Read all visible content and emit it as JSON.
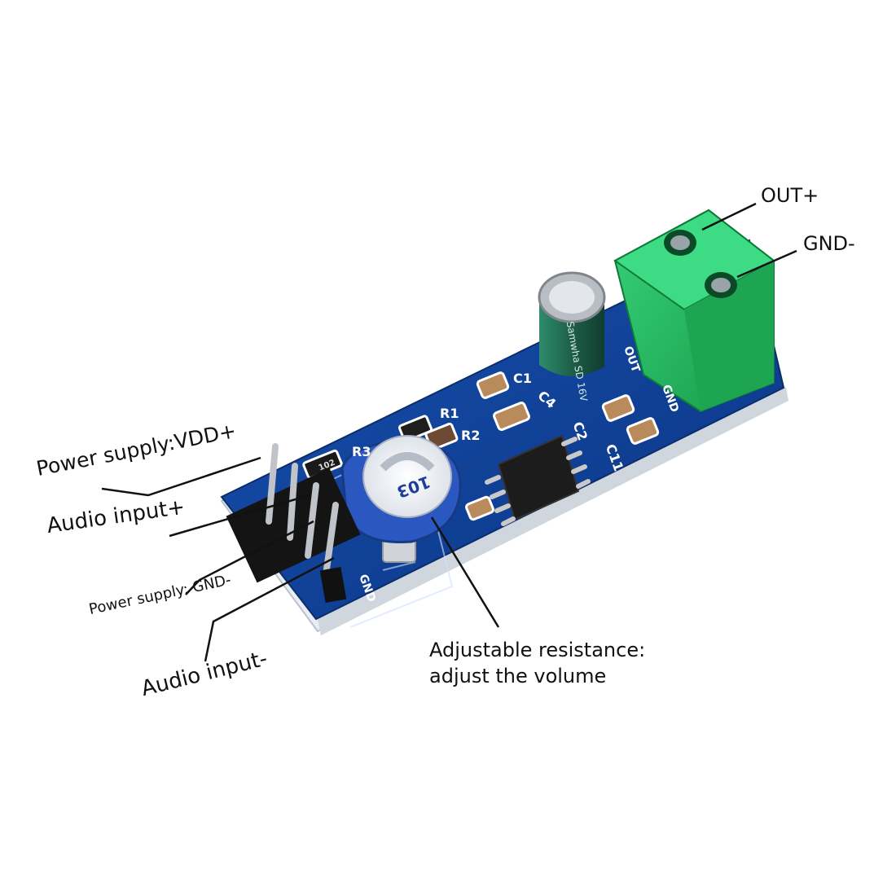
{
  "labels": {
    "out_plus": "OUT+",
    "gnd_terminal": "GND-",
    "power_vdd": "Power supply:VDD+",
    "audio_in_plus": "Audio input+",
    "power_gnd": "Power supply: GND-",
    "audio_in_minus": "Audio input-",
    "pot_line1": "Adjustable resistance:",
    "pot_line2": "adjust the volume"
  },
  "board_silkscreen": {
    "c1": "C1",
    "c2": "C2",
    "c4": "C4",
    "c11": "C11",
    "r1": "R1",
    "r2": "R2",
    "r3": "R3",
    "gnd_right": "GND",
    "gnd_left": "GND",
    "out": "OUT",
    "pot_code": "103",
    "resistor_code": "102"
  },
  "colors": {
    "pcb": "#0d3f93",
    "terminal": "#22b25a",
    "capacitor": "#1f6e55",
    "pot_body": "#2a57c0"
  }
}
